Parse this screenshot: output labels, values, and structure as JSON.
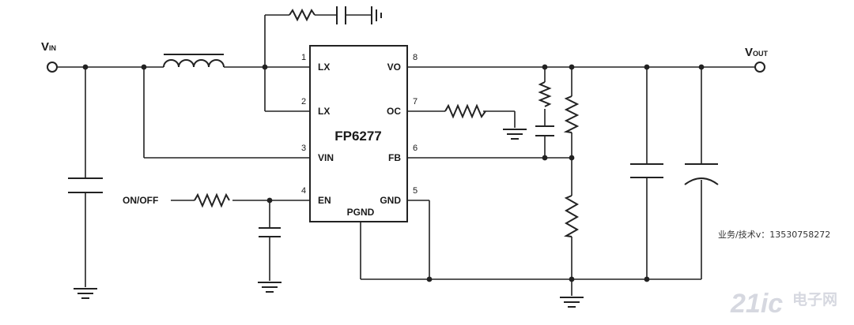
{
  "ic": {
    "name": "FP6277",
    "pins": [
      {
        "num": "1",
        "name": "LX"
      },
      {
        "num": "2",
        "name": "LX"
      },
      {
        "num": "3",
        "name": "VIN"
      },
      {
        "num": "4",
        "name": "EN"
      },
      {
        "num": "8",
        "name": "VO"
      },
      {
        "num": "7",
        "name": "OC"
      },
      {
        "num": "6",
        "name": "FB"
      },
      {
        "num": "5",
        "name": "GND"
      }
    ],
    "pgnd_label": "PGND"
  },
  "nets": {
    "vin_main": "V",
    "vin_sub": "IN",
    "vout_main": "V",
    "vout_sub": "OUT",
    "on_off": "ON/OFF"
  },
  "contact": "业务/技术v：13530758272",
  "watermark": {
    "num": "21ic",
    "cn": "电子网"
  },
  "colors": {
    "line": "#222222",
    "watermark": "#c9ccd6"
  }
}
